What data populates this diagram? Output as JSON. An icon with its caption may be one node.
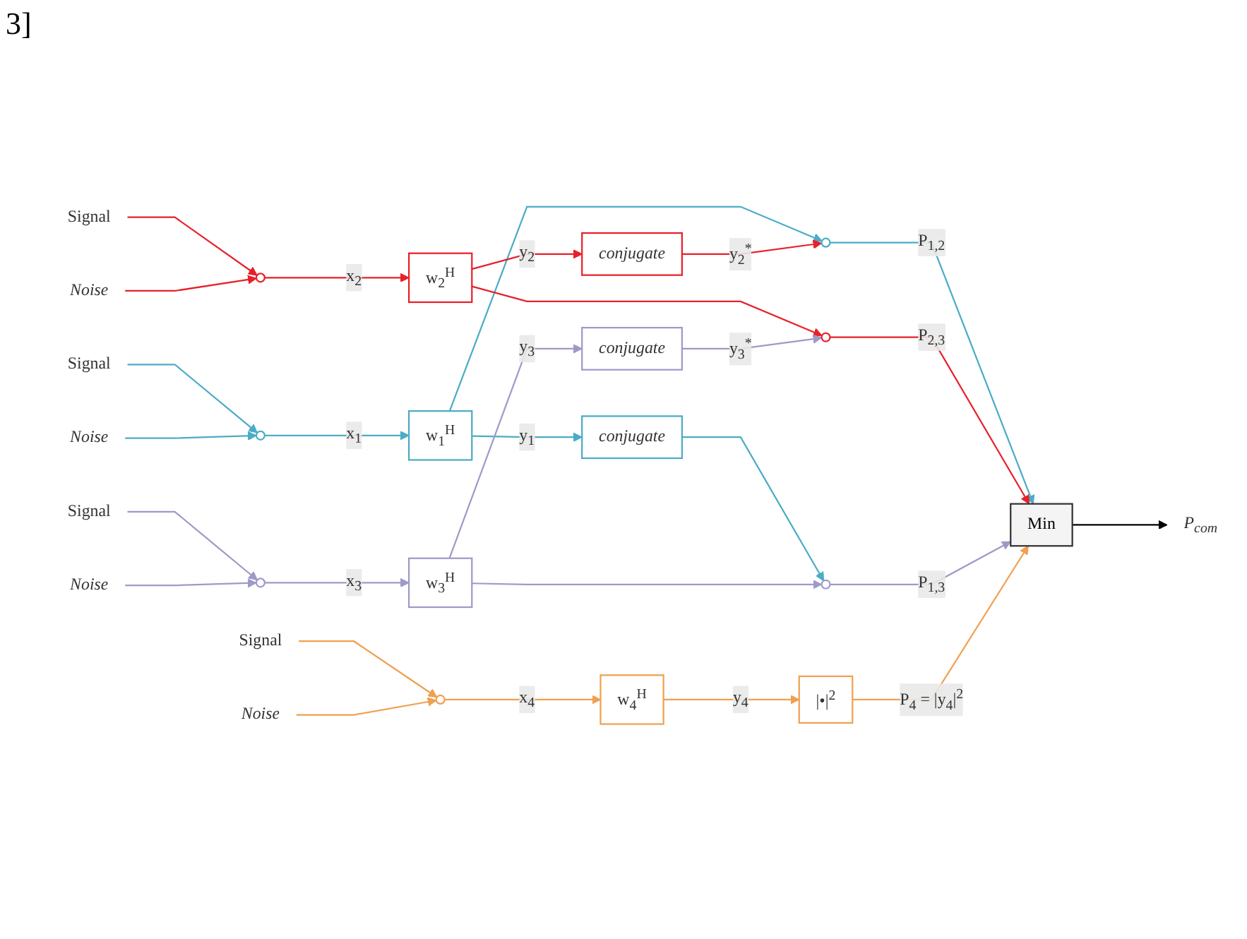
{
  "diagram": {
    "nodes": [
      {
        "text": [
          "Signal"
        ]
      },
      {
        "text": [],
        "shape": "circle"
      },
      {
        "text": [
          "Noise"
        ]
      },
      {
        "text": [
          "w$_{1}$$^{H}$"
        ]
      },
      {
        "text": [
          "conjugate"
        ]
      },
      {
        "text": [],
        "shape": "circle"
      },
      {
        "text": [
          "Signal"
        ]
      },
      {
        "text": [],
        "shape": "circle"
      },
      {
        "text": [
          "Noise"
        ]
      },
      {
        "text": [
          "w$_{2}$$^{H}$"
        ]
      },
      {
        "text": [
          "conjugate"
        ]
      },
      {
        "text": [],
        "shape": "circle"
      },
      {
        "text": [
          "Min"
        ]
      },
      {
        "text": [
          "P$_{com}$"
        ]
      },
      {
        "text": [
          "Signal"
        ]
      },
      {
        "text": [],
        "shape": "circle"
      },
      {
        "text": [
          "Noise"
        ]
      },
      {
        "text": [
          "w$_{3}$$^{H}$"
        ]
      },
      {
        "text": [
          "conjugate"
        ]
      },
      {
        "text": [],
        "shape": "circle"
      },
      {
        "text": [
          "Signal"
        ]
      },
      {
        "text": [],
        "shape": "circle"
      },
      {
        "text": [
          "Noise"
        ]
      },
      {
        "text": [
          "w$_{4}$$^{H}$"
        ]
      },
      {
        "text": [
          "|•|$^{2}$"
        ]
      }
    ],
    "edges": [
      {
        "from": 0,
        "to": 1,
        "arrow": "to",
        "color": "#4bacc6"
      },
      {
        "from": 2,
        "to": 1,
        "arrow": "to",
        "color": "#4bacc6"
      },
      {
        "from": 1,
        "to": 3,
        "arrow": "to",
        "label": "x$_{1}$",
        "color": "#4bacc6"
      },
      {
        "from": 3,
        "to": 4,
        "arrow": "to",
        "label": "y$_{1}$",
        "color": "#4bacc6"
      },
      {
        "from": 3,
        "to": 5,
        "arrow": "to",
        "color": "#4bacc6"
      },
      {
        "from": 4,
        "to": 19,
        "arrow": "to",
        "color": "#4bacc6"
      },
      {
        "from": 10,
        "to": 5,
        "arrow": "to",
        "label": "y$_{2}$$^{*}$",
        "color": "#e8202a"
      },
      {
        "from": 5,
        "to": 12,
        "arrow": "to",
        "label": "P$_{1,2}$",
        "color": "#4bacc6"
      },
      {
        "from": 6,
        "to": 7,
        "arrow": "to",
        "color": "#e8202a"
      },
      {
        "from": 8,
        "to": 7,
        "arrow": "to",
        "color": "#e8202a"
      },
      {
        "from": 7,
        "to": 9,
        "arrow": "to",
        "label": "x$_{2}$",
        "color": "#e8202a"
      },
      {
        "from": 9,
        "to": 10,
        "arrow": "to",
        "label": "y$_{2}$",
        "color": "#e8202a"
      },
      {
        "from": 9,
        "to": 11,
        "arrow": "to",
        "color": "#e8202a"
      },
      {
        "from": 18,
        "to": 11,
        "arrow": "to",
        "label": "y$_{3}$$^{*}$",
        "color": "#9e9ac8"
      },
      {
        "from": 11,
        "to": 12,
        "arrow": "to",
        "label": "P$_{2,3}$",
        "color": "#e8202a"
      },
      {
        "from": 12,
        "to": 13,
        "arrow": "to",
        "color": "#000000"
      },
      {
        "from": 14,
        "to": 15,
        "arrow": "to",
        "color": "#9e9ac8"
      },
      {
        "from": 16,
        "to": 15,
        "arrow": "to",
        "color": "#9e9ac8"
      },
      {
        "from": 15,
        "to": 17,
        "arrow": "to",
        "label": "x$_{3}$",
        "color": "#9e9ac8"
      },
      {
        "from": 17,
        "to": 18,
        "arrow": "to",
        "label": "y$_{3}$",
        "color": "#9e9ac8"
      },
      {
        "from": 17,
        "to": 19,
        "arrow": "to",
        "color": "#9e9ac8"
      },
      {
        "from": 19,
        "to": 12,
        "arrow": "to",
        "label": "P$_{1,3}$",
        "color": "#9e9ac8"
      },
      {
        "from": 20,
        "to": 21,
        "arrow": "to",
        "color": "#f0a050"
      },
      {
        "from": 22,
        "to": 21,
        "arrow": "to",
        "color": "#f0a050"
      },
      {
        "from": 21,
        "to": 23,
        "arrow": "to",
        "label": "x$_{4}$",
        "color": "#f0a050"
      },
      {
        "from": 23,
        "to": 24,
        "arrow": "to",
        "label": "y$_{4}$",
        "color": "#f0a050"
      },
      {
        "from": 24,
        "to": 12,
        "arrow": "to",
        "label": "P$_{4}$ = |y$_{4}$|$^{2}$",
        "color": "#f0a050"
      }
    ],
    "labels": [
      "3]"
    ]
  }
}
